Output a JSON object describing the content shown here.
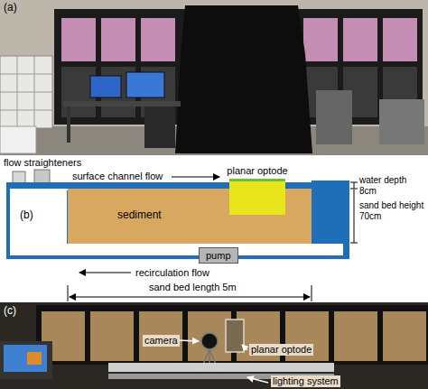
{
  "diagram": {
    "nodes": [
      {
        "text": [
          "planar optode"
        ]
      },
      {
        "text": [
          "sediment"
        ]
      },
      {
        "text": [
          "pump"
        ]
      }
    ],
    "labels": [
      "(a)",
      "flow straighteners",
      "surface channel flow",
      "water depth 8cm",
      "sand bed height 70cm",
      "(b)",
      "recirculation flow",
      "sand bed length 5m",
      "(c)",
      "camera",
      "planar optode",
      "lighting system"
    ]
  }
}
